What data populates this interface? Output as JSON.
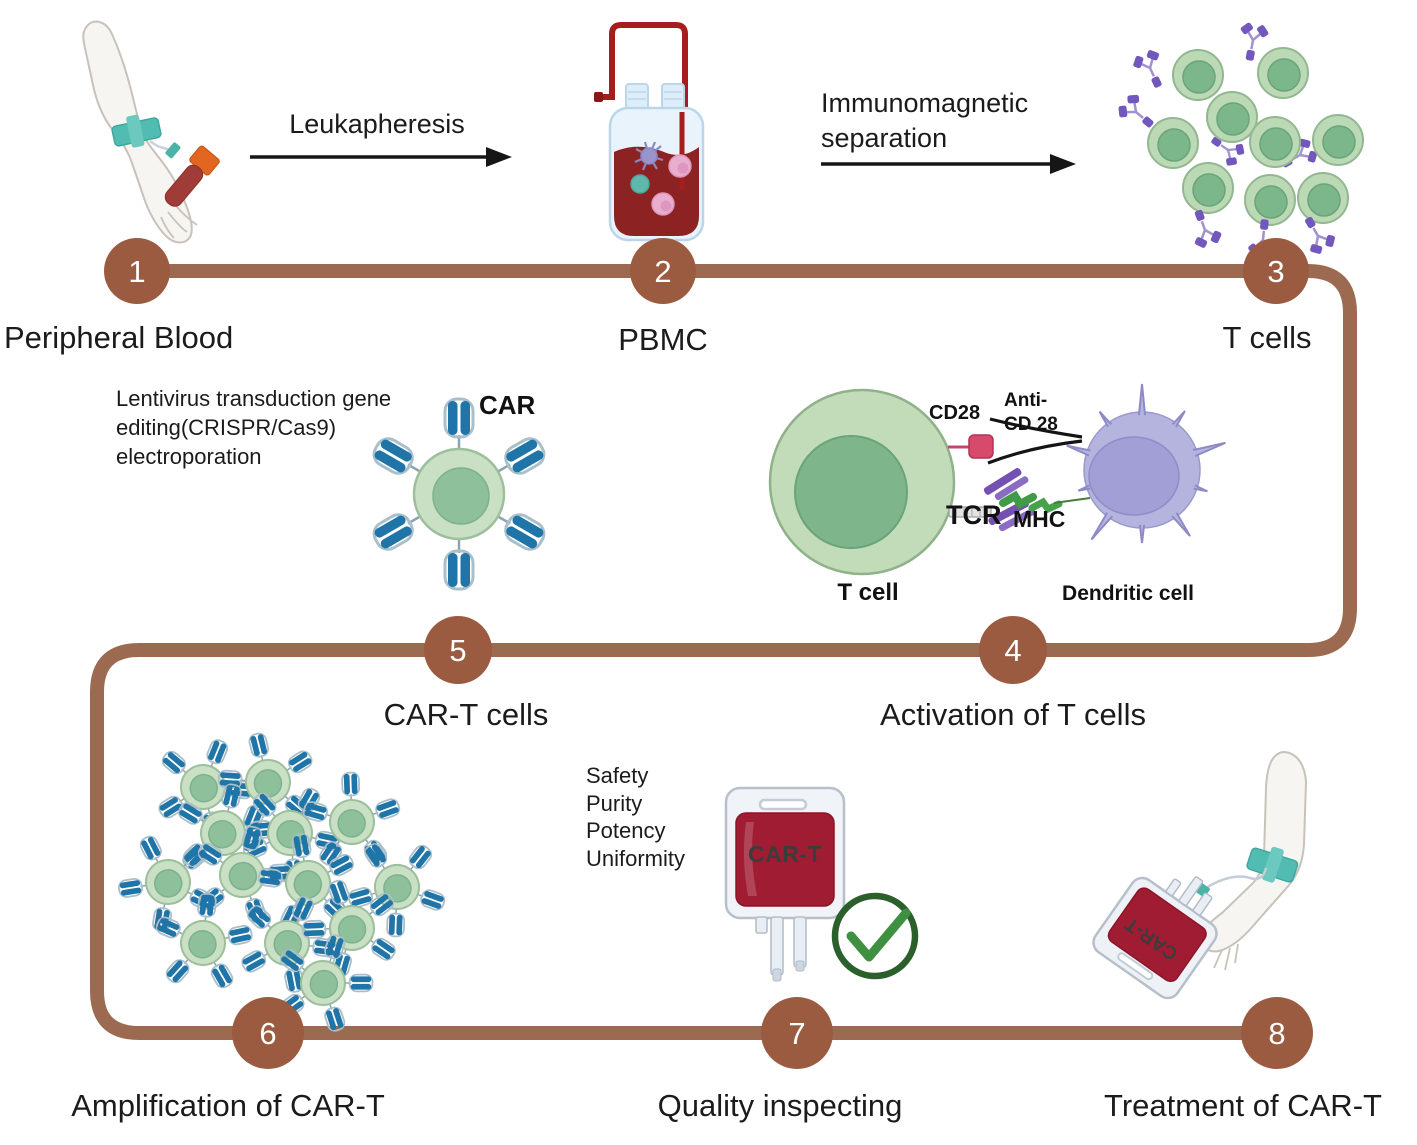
{
  "diagram": {
    "steps": [
      {
        "number": "1",
        "label": "Peripheral Blood"
      },
      {
        "number": "2",
        "label": "PBMC"
      },
      {
        "number": "3",
        "label": "T cells"
      },
      {
        "number": "4",
        "label": "Activation of T cells"
      },
      {
        "number": "5",
        "label": "CAR-T cells"
      },
      {
        "number": "6",
        "label": "Amplification of CAR-T"
      },
      {
        "number": "7",
        "label": "Quality inspecting"
      },
      {
        "number": "8",
        "label": "Treatment of CAR-T"
      }
    ],
    "process_arrows": {
      "leukapheresis": "Leukapheresis",
      "immunomagnetic_line1": "Immunomagnetic",
      "immunomagnetic_line2": "separation"
    },
    "gene_editing_note": {
      "line1": "Lentivirus transduction gene",
      "line2": "editing(CRISPR/Cas9)",
      "line3": "electroporation"
    },
    "molecule_labels": {
      "car": "CAR",
      "cd28": "CD28",
      "anti_cd28_line1": "Anti-",
      "anti_cd28_line2": "CD 28",
      "tcr": "TCR",
      "mhc": "MHC",
      "t_cell": "T cell",
      "dendritic_cell": "Dendritic cell"
    },
    "quality_criteria": {
      "item1": "Safety",
      "item2": "Purity",
      "item3": "Potency",
      "item4": "Uniformity"
    },
    "bags": {
      "quality_bag_label": "CAR-T",
      "treatment_bag_label": "CAR-T"
    }
  },
  "colors": {
    "timeline": "#9c6a50",
    "node": "#9b5b40",
    "cell_body": "#c9e0c5",
    "cell_nucleus": "#8dc09b",
    "car_receptor": "#1f74a8",
    "antibody": "#7257bd",
    "dendritic_cell": "#b5b4df",
    "blood": "#8c2221",
    "bag_blood": "#a01c33",
    "tourniquet": "#53bcb2",
    "check": "#3f9040",
    "arrow": "#161616"
  }
}
